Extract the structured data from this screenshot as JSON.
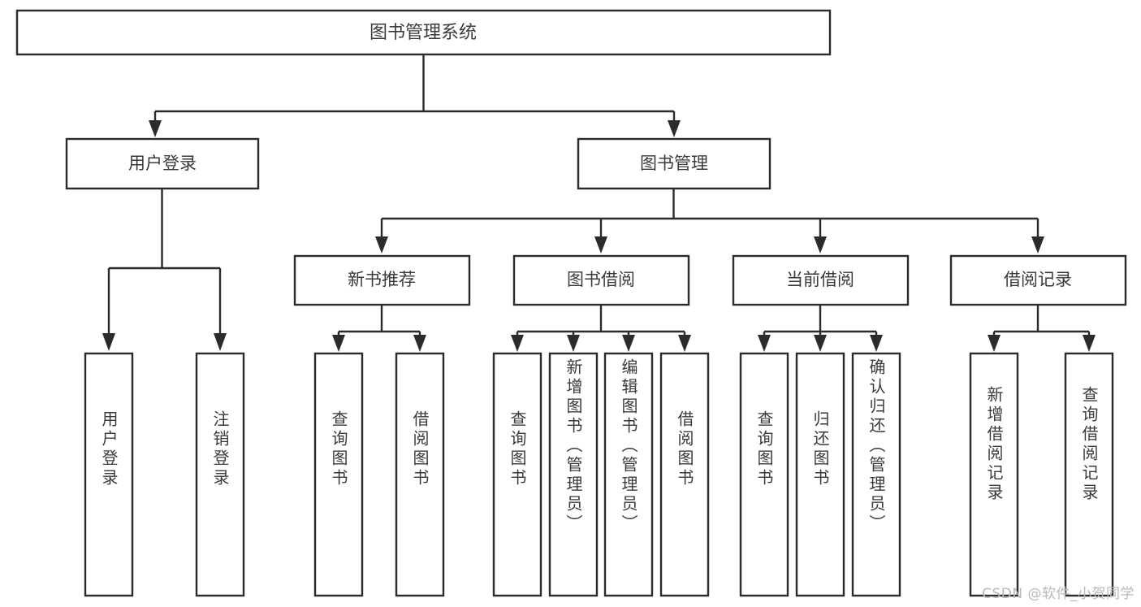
{
  "diagram": {
    "type": "tree-hierarchy",
    "title": "图书管理系统",
    "root": {
      "label": "图书管理系统"
    },
    "level2": [
      {
        "label": "用户登录"
      },
      {
        "label": "图书管理"
      }
    ],
    "level3": [
      {
        "label": "新书推荐",
        "parent": "图书管理"
      },
      {
        "label": "图书借阅",
        "parent": "图书管理"
      },
      {
        "label": "当前借阅",
        "parent": "图书管理"
      },
      {
        "label": "借阅记录",
        "parent": "图书管理"
      }
    ],
    "leaves": {
      "用户登录": [
        {
          "label": "用户登录"
        },
        {
          "label": "注销登录"
        }
      ],
      "新书推荐": [
        {
          "label": "查询图书"
        },
        {
          "label": "借阅图书"
        }
      ],
      "图书借阅": [
        {
          "label": "查询图书"
        },
        {
          "label": "新增图书（管理员）"
        },
        {
          "label": "编辑图书（管理员）"
        },
        {
          "label": "借阅图书"
        }
      ],
      "当前借阅": [
        {
          "label": "查询图书"
        },
        {
          "label": "归还图书"
        },
        {
          "label": "确认归还（管理员）"
        }
      ],
      "借阅记录": [
        {
          "label": "新增借阅记录"
        },
        {
          "label": "查询借阅记录"
        }
      ]
    }
  },
  "watermark": {
    "text": "CSDN @软件_小贺同学"
  },
  "colors": {
    "stroke": "#2b2b2b",
    "text": "#3a3a3a",
    "background": "#ffffff",
    "watermark": "#b9b9b9"
  }
}
